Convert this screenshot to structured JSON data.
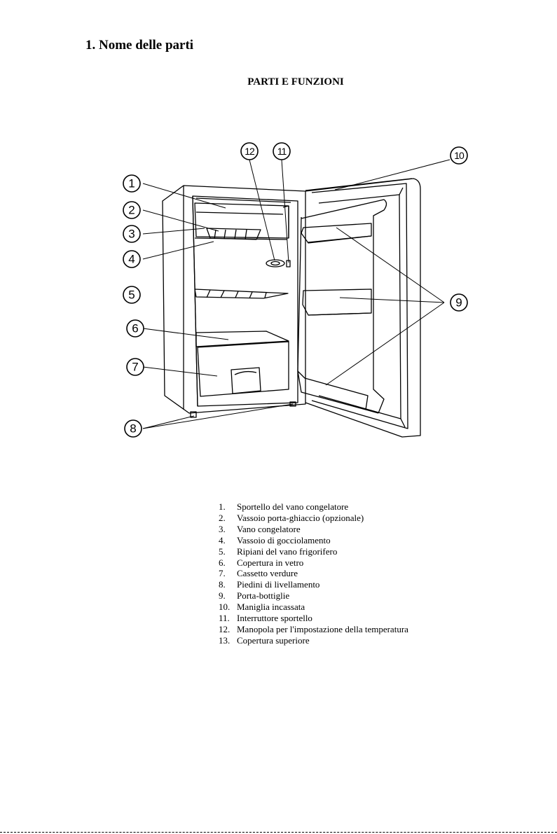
{
  "page": {
    "section_title": "1. Nome delle parti",
    "subtitle": "PARTI E FUNZIONI"
  },
  "callouts": [
    "1",
    "2",
    "3",
    "4",
    "5",
    "6",
    "7",
    "8",
    "9",
    "10",
    "11",
    "12"
  ],
  "parts": [
    {
      "num": "1.",
      "label": "Sportello del vano congelatore"
    },
    {
      "num": "2.",
      "label": "Vassoio porta-ghiaccio (opzionale)"
    },
    {
      "num": "3.",
      "label": "Vano congelatore"
    },
    {
      "num": "4.",
      "label": "Vassoio di gocciolamento"
    },
    {
      "num": "5.",
      "label": "Ripiani del vano frigorifero"
    },
    {
      "num": "6.",
      "label": "Copertura in vetro"
    },
    {
      "num": "7.",
      "label": "Cassetto verdure"
    },
    {
      "num": "8.",
      "label": "Piedini di livellamento"
    },
    {
      "num": "9.",
      "label": "Porta-bottiglie"
    },
    {
      "num": "10.",
      "label": "Maniglia incassata"
    },
    {
      "num": "11.",
      "label": "Interruttore sportello"
    },
    {
      "num": "12.",
      "label": "Manopola per l'impostazione della temperatura"
    },
    {
      "num": "13.",
      "label": "Copertura superiore"
    }
  ]
}
